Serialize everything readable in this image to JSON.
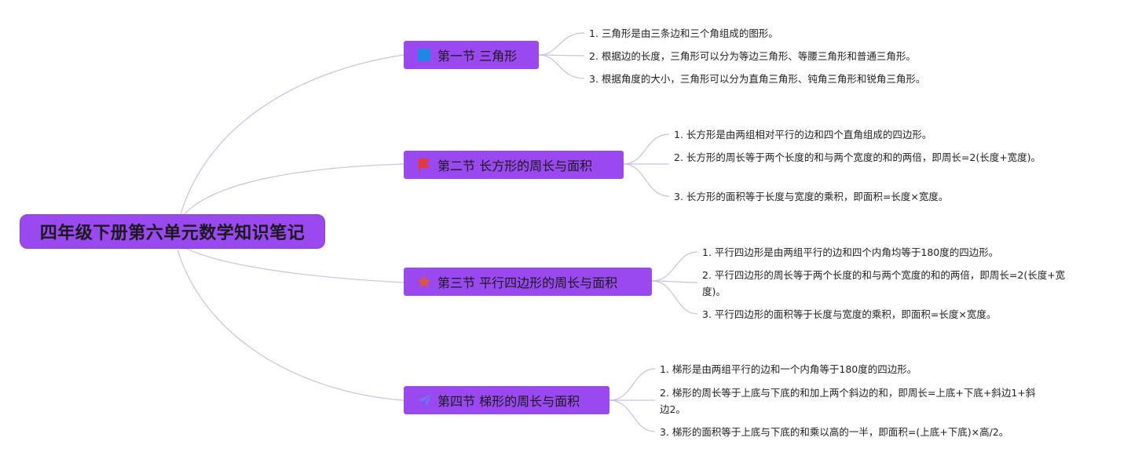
{
  "root": {
    "title": "四年级下册第六单元数学知识笔记"
  },
  "sections": [
    {
      "title": "第一节 三角形",
      "icon": "blue-square-icon",
      "icon_color": "#1e88e5",
      "notes": [
        "1. 三角形是由三条边和三个角组成的图形。",
        "2. 根据边的长度，三角形可以分为等边三角形、等腰三角形和普通三角形。",
        "3. 根据角度的大小，三角形可以分为直角三角形、钝角三角形和锐角三角形。"
      ]
    },
    {
      "title": "第二节 长方形的周长与面积",
      "icon": "red-flag-icon",
      "icon_color": "#e53935",
      "notes": [
        "1. 长方形是由两组相对平行的边和四个直角组成的四边形。",
        "2. 长方形的周长等于两个长度的和与两个宽度的和的两倍，即周长=2(长度+宽度)。",
        "3. 长方形的面积等于长度与宽度的乘积，即面积=长度×宽度。"
      ]
    },
    {
      "title": "第三节 平行四边形的周长与面积",
      "icon": "star-icon",
      "icon_color": "#e0553a",
      "notes": [
        "1. 平行四边形是由两组平行的边和四个内角均等于180度的四边形。",
        "2. 平行四边形的周长等于两个长度的和与两个宽度的和的两倍，即周长=2(长度+宽度)。",
        "3. 平行四边形的面积等于长度与宽度的乘积，即面积=长度×宽度。"
      ]
    },
    {
      "title": "第四节 梯形的周长与面积",
      "icon": "paper-plane-icon",
      "icon_color": "#7b6cf0",
      "notes": [
        "1. 梯形是由两组平行的边和一个内角等于180度的四边形。",
        "2. 梯形的周长等于上底与下底的和加上两个斜边的和，即周长=上底+下底+斜边1+斜边2。",
        "3. 梯形的面积等于上底与下底的和乘以高的一半，即面积=(上底+下底)×高/2。"
      ]
    }
  ],
  "colors": {
    "node_fill": "#9a48f0",
    "link_stroke": "#c8c0e6"
  }
}
